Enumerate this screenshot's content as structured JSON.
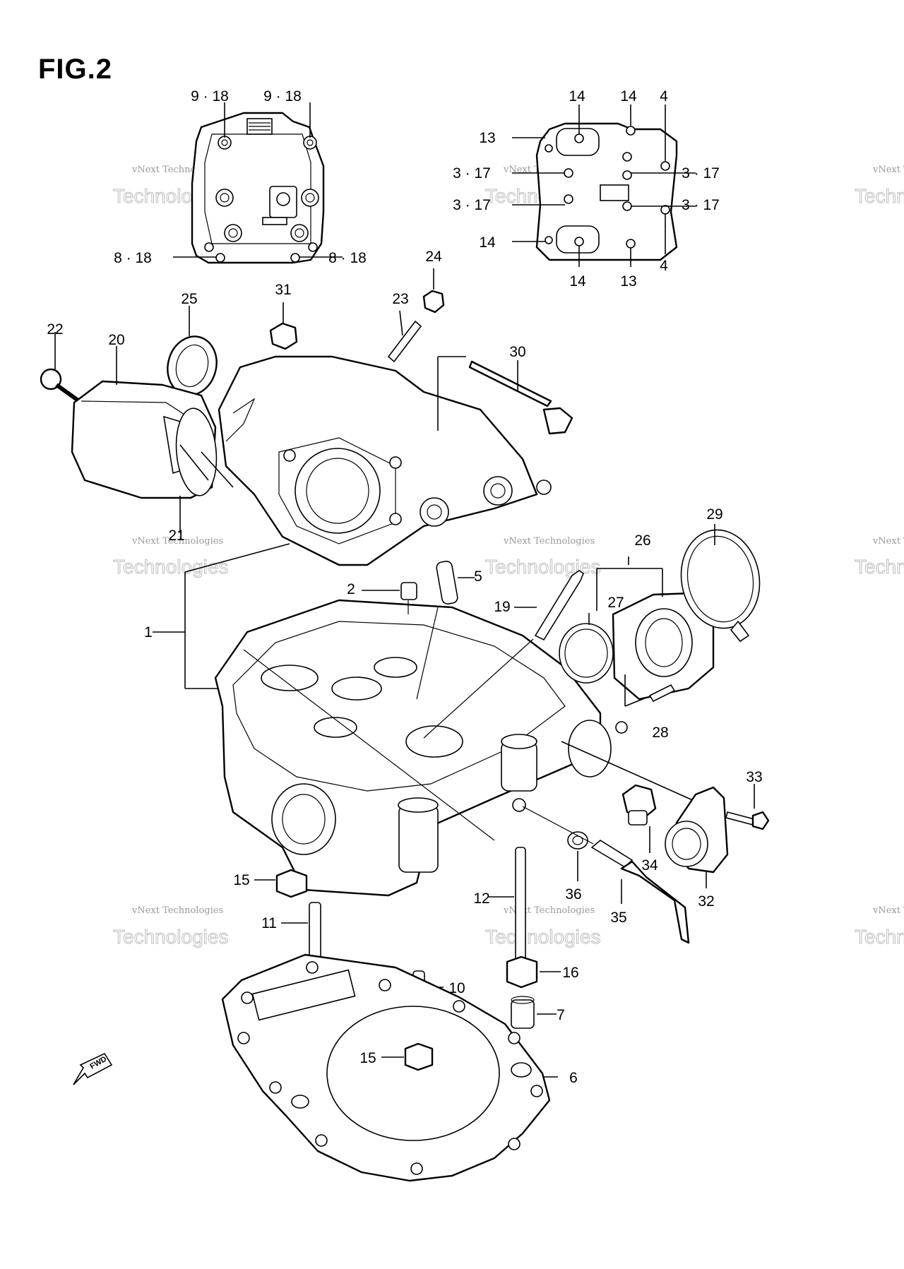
{
  "figure": {
    "title": "FIG.2"
  },
  "watermark": {
    "line1": "vNext Technologies",
    "line2": "Technologies"
  },
  "fwd_label": "FWD",
  "callouts_top_left": [
    "9 · 18",
    "9 · 18",
    "8 · 18",
    "8 · 18"
  ],
  "callouts_top_right": [
    "14",
    "14",
    "4",
    "13",
    "3 · 17",
    "3 · 17",
    "3 · 17",
    "3 · 17",
    "14",
    "14",
    "13",
    "4"
  ],
  "callouts_main": [
    "24",
    "25",
    "31",
    "23",
    "22",
    "20",
    "30",
    "21",
    "29",
    "26",
    "5",
    "2",
    "27",
    "19",
    "1",
    "28",
    "33",
    "34",
    "32",
    "36",
    "15",
    "12",
    "35",
    "11",
    "16",
    "10",
    "7",
    "15",
    "6"
  ]
}
